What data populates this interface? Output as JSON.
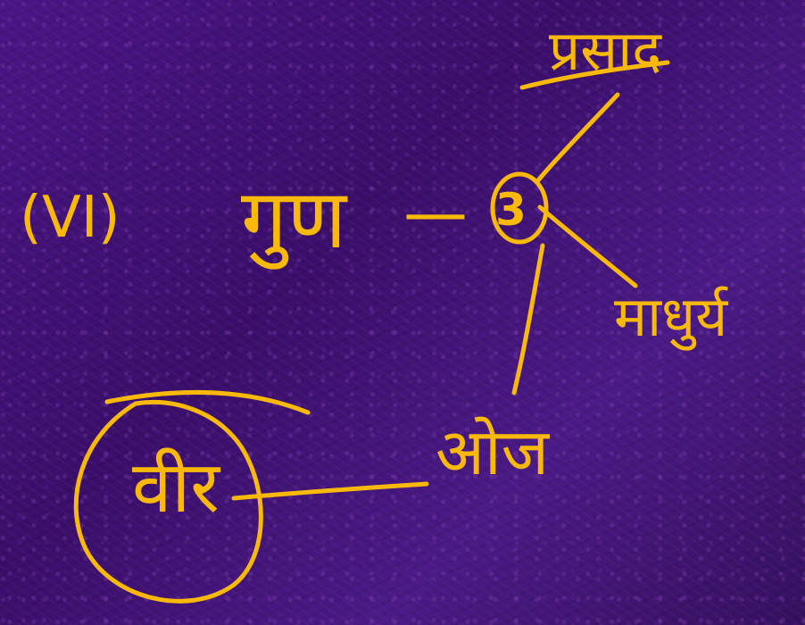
{
  "background_color": "#3f1274",
  "ink_color": "#f8b90a",
  "notes": {
    "roman_numeral": "(VI)",
    "topic": "गुण",
    "dash": "—",
    "count": "3",
    "types": [
      {
        "name": "प्रसाद"
      },
      {
        "name": "माधुर्य"
      },
      {
        "name": "ओज"
      }
    ],
    "related_rasa": "वीर"
  }
}
